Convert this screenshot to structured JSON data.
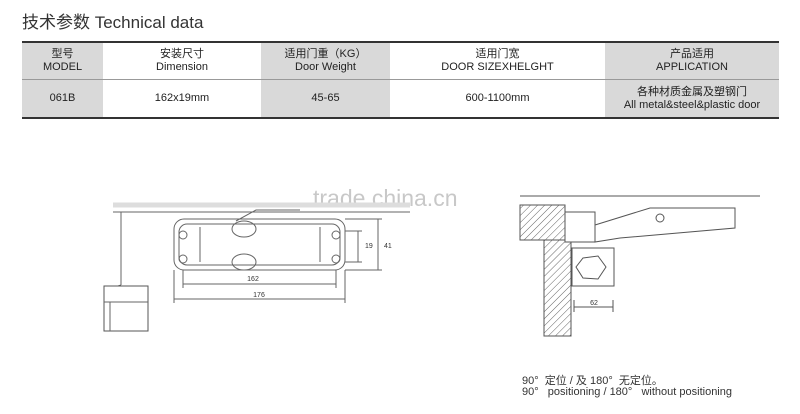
{
  "title": "技术参数 Technical data",
  "table": {
    "headers": [
      {
        "cn": "型号",
        "en": "MODEL"
      },
      {
        "cn": "安装尺寸",
        "en": "Dimension"
      },
      {
        "cn": "适用门重（KG）",
        "en": "Door Weight"
      },
      {
        "cn": "适用门宽",
        "en": "DOOR SIZEXHELGHT"
      },
      {
        "cn": "产品适用",
        "en": "APPLICATION"
      }
    ],
    "row": {
      "model": "061B",
      "dimension": "162x19mm",
      "weight": "45-65",
      "size": "600-1100mm",
      "application_cn": "各种材质金属及塑钢门",
      "application_en": "All metal&steel&plastic door"
    }
  },
  "watermark": "trade.china.cn",
  "dims": {
    "d162": "162",
    "d176": "176",
    "d19": "19",
    "d41": "41",
    "d62": "62"
  },
  "caption": {
    "cn": "90°  定位 / 及 180°  无定位。",
    "en": "90°   positioning / 180°   without positioning"
  }
}
